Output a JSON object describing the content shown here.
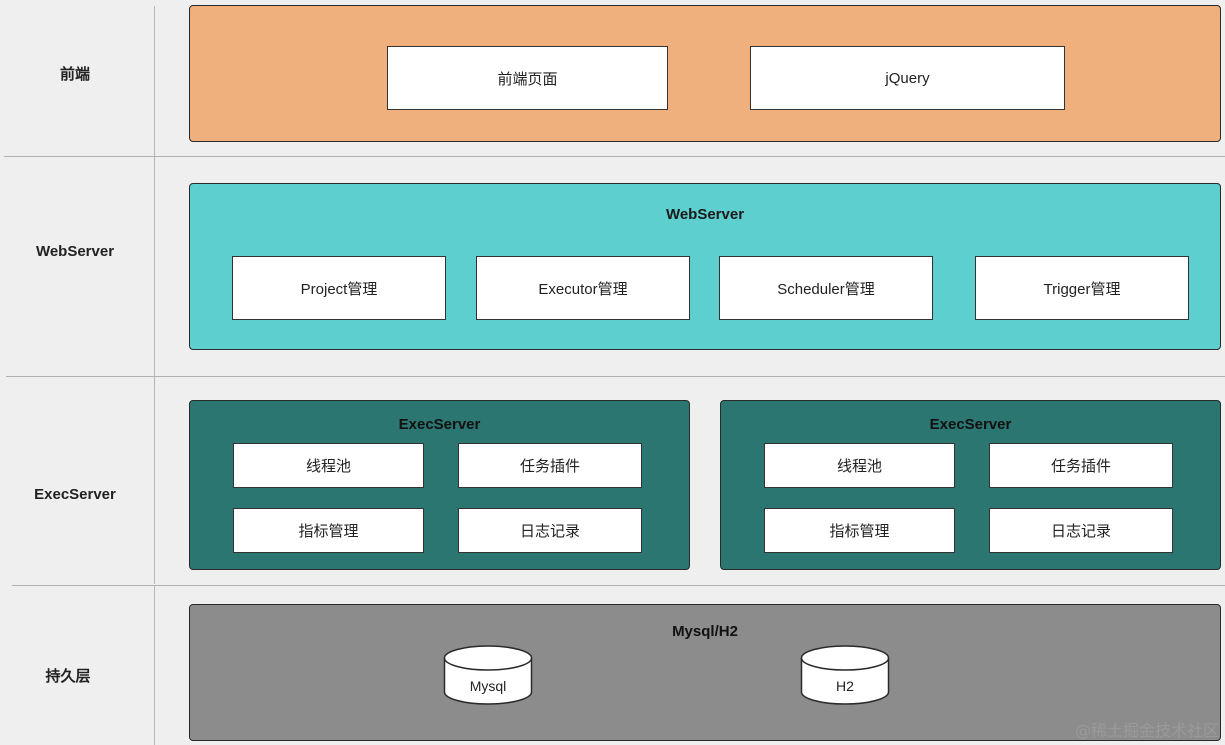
{
  "rows": {
    "frontend": "前端",
    "webserver": "WebServer",
    "execserver": "ExecServer",
    "persistence": "持久层"
  },
  "frontend": {
    "boxes": [
      "前端页面",
      "jQuery"
    ]
  },
  "webserver": {
    "title": "WebServer",
    "boxes": [
      "Project管理",
      "Executor管理",
      "Scheduler管理",
      "Trigger管理"
    ]
  },
  "execservers": [
    {
      "title": "ExecServer",
      "boxes": [
        "线程池",
        "任务插件",
        "指标管理",
        "日志记录"
      ]
    },
    {
      "title": "ExecServer",
      "boxes": [
        "线程池",
        "任务插件",
        "指标管理",
        "日志记录"
      ]
    }
  ],
  "persistence": {
    "title": "Mysql/H2",
    "databases": [
      "Mysql",
      "H2"
    ]
  },
  "watermark": "@稀土掘金技术社区",
  "colors": {
    "frontend_panel": "#efb07d",
    "webserver_panel": "#5ecfcf",
    "execserver_panel": "#2b7671",
    "persistence_panel": "#8c8c8c"
  }
}
